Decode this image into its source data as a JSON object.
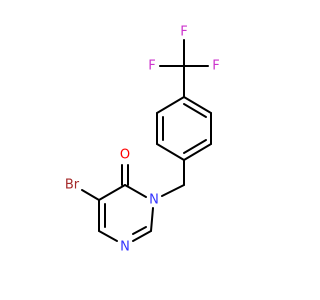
{
  "molecule": {
    "atoms": {
      "F_top": {
        "symbol": "F",
        "color": "#cc33cc"
      },
      "F_left": {
        "symbol": "F",
        "color": "#cc33cc"
      },
      "F_right": {
        "symbol": "F",
        "color": "#cc33cc"
      },
      "Br": {
        "symbol": "Br",
        "color": "#a52a2a"
      },
      "O": {
        "symbol": "O",
        "color": "#ff0000"
      },
      "N3": {
        "symbol": "N",
        "color": "#3333ff"
      },
      "N1": {
        "symbol": "N",
        "color": "#3333ff"
      }
    },
    "bond_color": "#000000",
    "background": "#ffffff"
  }
}
